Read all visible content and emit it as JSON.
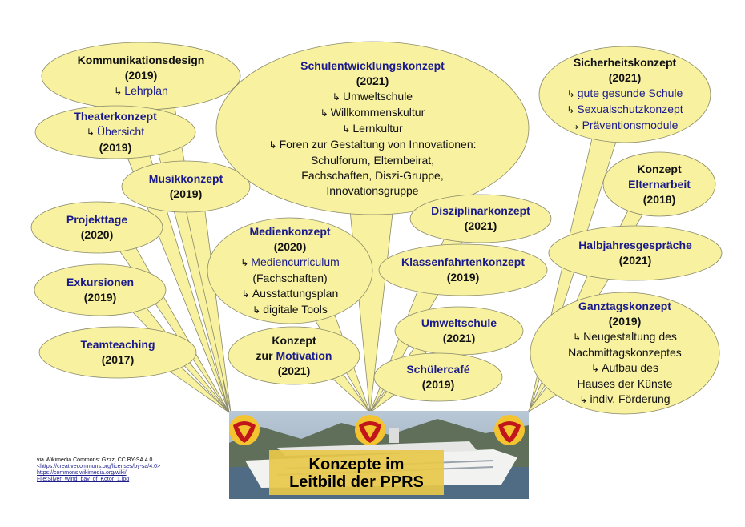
{
  "bubbles": [
    {
      "id": "kommunikationsdesign",
      "title": "Kommunikationsdesign",
      "year": "(2019)",
      "lines": [
        {
          "t": "Lehrplan",
          "a": true,
          "link": true
        }
      ]
    },
    {
      "id": "theaterkonzept",
      "title": "Theaterkonzept",
      "title_blue": true,
      "lines": [
        {
          "t": "Übersicht",
          "a": true,
          "link": true
        }
      ],
      "year": "(2019)",
      "year_after": true
    },
    {
      "id": "musikkonzept",
      "title": "Musikkonzept",
      "title_blue": true,
      "year": "(2019)",
      "lines": []
    },
    {
      "id": "projekttage",
      "title": "Projekttage",
      "title_blue": true,
      "year": "(2020)",
      "lines": []
    },
    {
      "id": "exkursionen",
      "title": "Exkursionen",
      "title_blue": true,
      "year": "(2019)",
      "lines": []
    },
    {
      "id": "teamteaching",
      "title": "Teamteaching",
      "title_blue": true,
      "year": "(2017)",
      "lines": []
    },
    {
      "id": "schulentwicklungskonzept",
      "title": "Schulentwicklungskonzept",
      "title_blue": true,
      "year": "(2021)",
      "lines": [
        {
          "t": "Umweltschule",
          "a": true
        },
        {
          "t": "Willkommenskultur",
          "a": true
        },
        {
          "t": "Lernkultur",
          "a": true
        },
        {
          "t": "Foren zur Gestaltung von Innovationen:",
          "a": true
        },
        {
          "t": "Schulforum, Elternbeirat,"
        },
        {
          "t": "Fachschaften, Diszi-Gruppe,"
        },
        {
          "t": "Innovationsgruppe"
        }
      ]
    },
    {
      "id": "medienkonzept",
      "title": "Medienkonzept",
      "title_blue": true,
      "year": "(2020)",
      "lines": [
        {
          "t": "Mediencurriculum",
          "a": true,
          "link": true
        },
        {
          "t": "(Fachschaften)"
        },
        {
          "t": "Ausstattungsplan",
          "a": true
        },
        {
          "t": "digitale Tools",
          "a": true
        }
      ]
    },
    {
      "id": "motivation",
      "title": "Konzept",
      "title2": "zur",
      "title2_link": "Motivation",
      "year": "(2021)",
      "lines": []
    },
    {
      "id": "disziplinarkonzept",
      "title": "Disziplinarkonzept",
      "title_blue": true,
      "year": "(2021)",
      "lines": []
    },
    {
      "id": "klassenfahrtenkonzept",
      "title": "Klassenfahrtenkonzept",
      "title_blue": true,
      "year": "(2019)",
      "lines": []
    },
    {
      "id": "umweltschule",
      "title": "Umweltschule",
      "title_blue": true,
      "year": "(2021)",
      "lines": []
    },
    {
      "id": "schuelercafe",
      "title": "Schülercafé",
      "title_blue": true,
      "year": "(2019)",
      "lines": []
    },
    {
      "id": "sicherheitskonzept",
      "title": "Sicherheitskonzept",
      "year": "(2021)",
      "lines": [
        {
          "t": "gute gesunde Schule",
          "a": true,
          "link": true
        },
        {
          "t": "Sexualschutzkonzept",
          "a": true,
          "link": true
        },
        {
          "t": "Präventionsmodule",
          "a": true,
          "link": true
        }
      ]
    },
    {
      "id": "elternarbeit",
      "title": "Konzept",
      "title2_link": "Elternarbeit",
      "year": "(2018)",
      "lines": []
    },
    {
      "id": "halbjahresgespraeche",
      "title": "Halbjahresgespräche",
      "title_blue": true,
      "year": "(2021)",
      "lines": []
    },
    {
      "id": "ganztagskonzept",
      "title": "Ganztagskonzept",
      "title_blue": true,
      "year": "(2019)",
      "lines": [
        {
          "t": "Neugestaltung des",
          "a": true
        },
        {
          "t": "Nachmittagskonzeptes"
        },
        {
          "t": "Aufbau des",
          "a": true
        },
        {
          "t": "Hauses der Künste"
        },
        {
          "t": "indiv. Förderung",
          "a": true
        }
      ]
    }
  ],
  "ship": {
    "title_line1": "Konzepte im",
    "title_line2": "Leitbild der PPRS"
  },
  "credit": {
    "line1": "via Wikimedia Commons: Gzzz, CC BY-SA 4.0",
    "line2": "<https://creativecommons.org/licenses/by-sa/4.0>",
    "line3": "https://commons.wikimedia.org/wiki/",
    "line4": "File:Silver_Wind_bay_of_Kotor_1.jpg"
  },
  "colors": {
    "bubble_fill": "#f7f1a0",
    "bubble_stroke": "#8a8a6a",
    "title_blue": "#1a1a8c"
  }
}
